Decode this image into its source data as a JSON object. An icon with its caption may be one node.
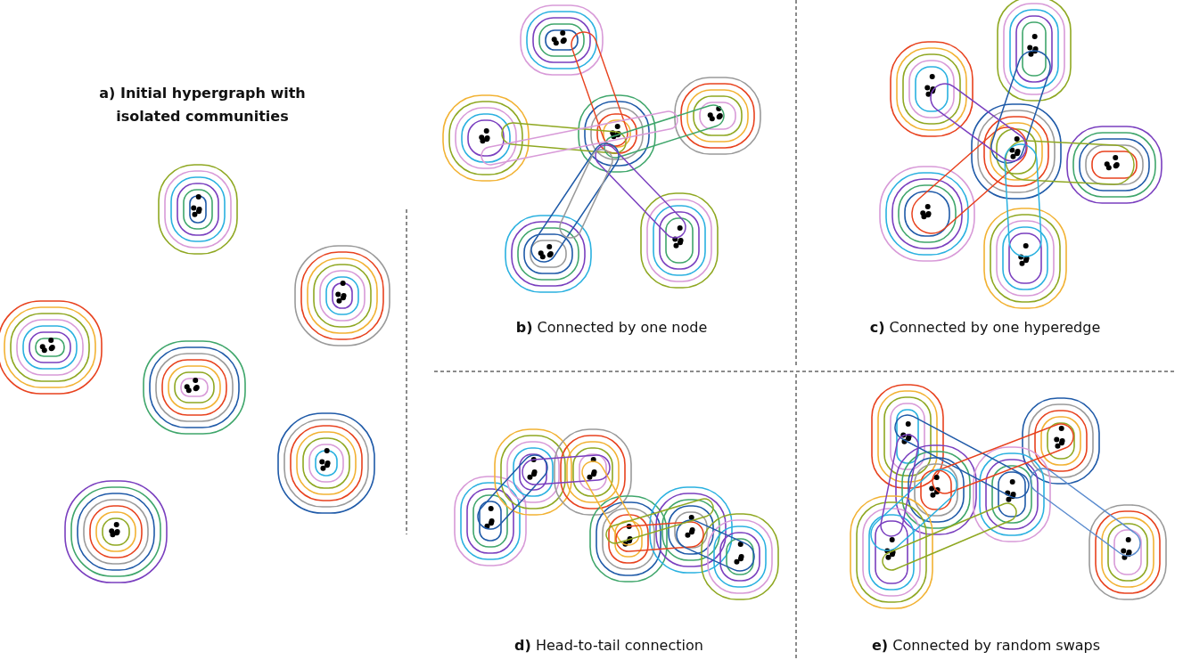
{
  "diagram": {
    "labels": [
      "a) Initial hypergraph with isolated communities",
      "**b)** Connected by one node",
      "**c)** Connected by one hyperedge",
      "**d)** Head-to-tail connection",
      "**e)** Connected by random swaps"
    ]
  }
}
